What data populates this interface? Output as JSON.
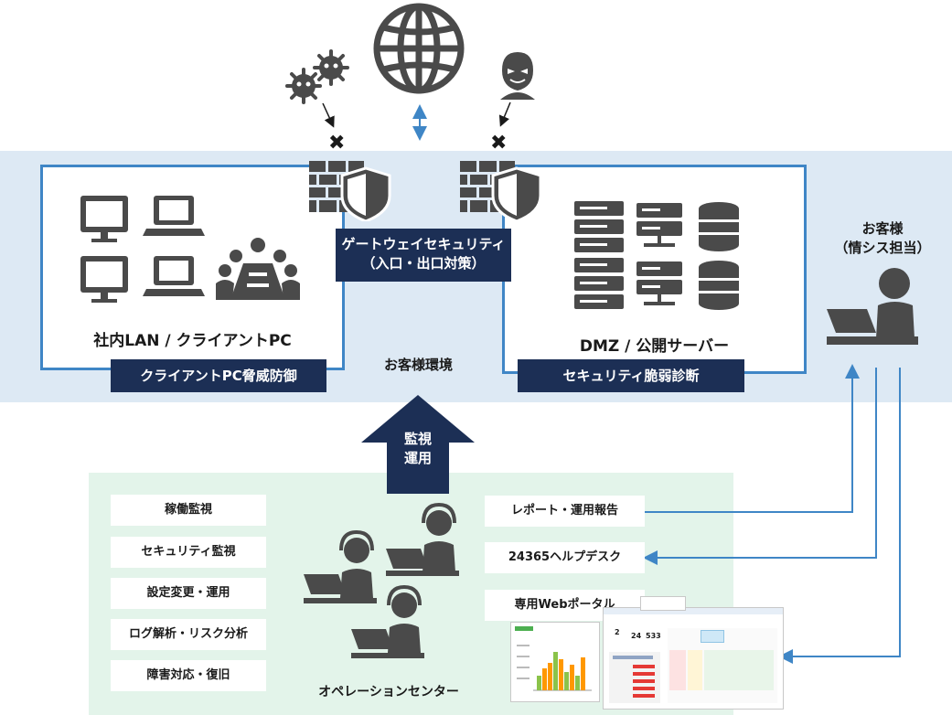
{
  "environment": {
    "label": "お客様環境"
  },
  "client_zone": {
    "title": "社内LAN / クライアントPC",
    "service": "クライアントPC脅威防御"
  },
  "dmz_zone": {
    "title": "DMZ / 公開サーバー",
    "service": "セキュリティ脆弱診断"
  },
  "gateway": {
    "line1": "ゲートウェイセキュリティ",
    "line2": "（入口・出口対策）"
  },
  "monitoring_arrow": {
    "line1": "監視",
    "line2": "運用"
  },
  "customer": {
    "line1": "お客様",
    "line2": "（情シス担当）"
  },
  "operations": {
    "label": "オペレーションセンター",
    "services": [
      "稼働監視",
      "セキュリティ監視",
      "設定変更・運用",
      "ログ解析・リスク分析",
      "障害対応・復旧"
    ]
  },
  "customer_links": {
    "report": "レポート・運用報告",
    "helpdesk": "24365ヘルプデスク",
    "portal": "専用Webポータル"
  },
  "portal_screenshot": {
    "stat_values": [
      "2",
      "24",
      "533"
    ]
  },
  "colors": {
    "navy": "#1c2f55",
    "zone_border": "#3f86c6",
    "env_band": "#dde9f4",
    "ops_band": "#e3f4ea",
    "icon_gray": "#4a4a4a"
  }
}
